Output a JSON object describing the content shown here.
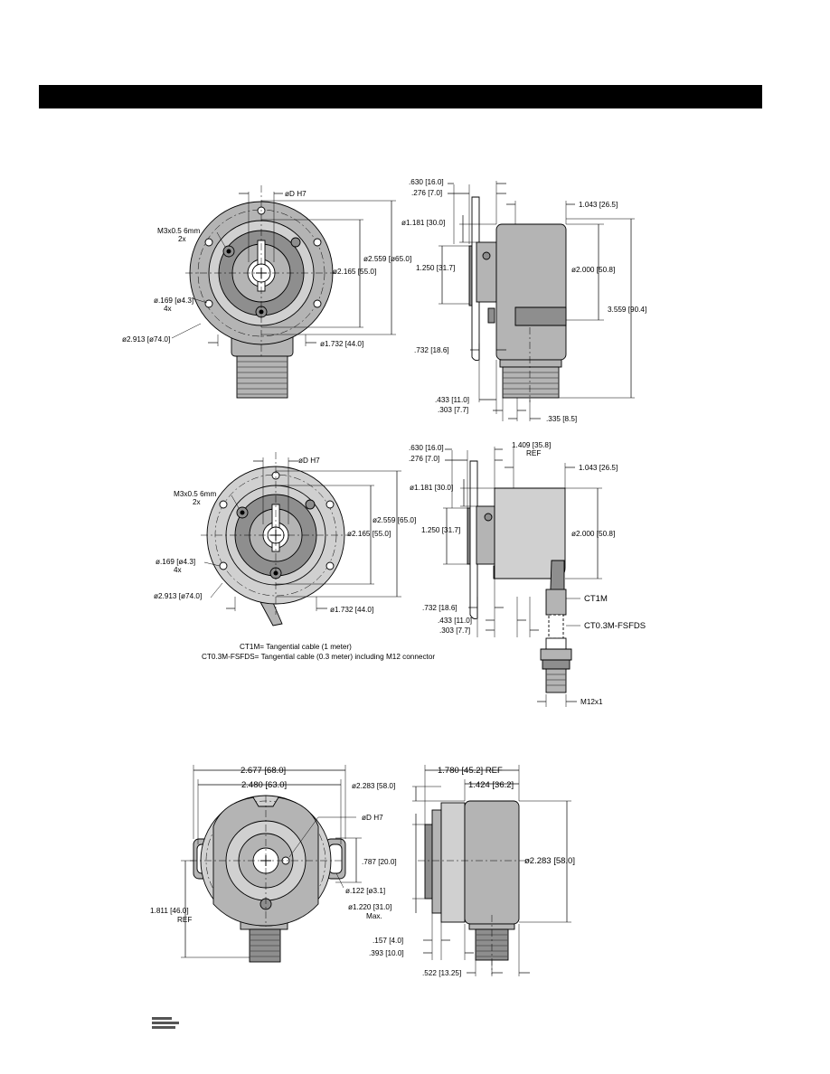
{
  "drawing1": {
    "front": {
      "d_h7": "øD  H7",
      "screw": "M3x0.5  6mm",
      "screw_qty": "2x",
      "hole": "ø.169  [ø4.3]",
      "hole_qty": "4x",
      "bolt_circle": "ø2.913  [ø74.0]",
      "dia_a": "ø2.559  [ø65.0]",
      "dia_b": "ø2.165  [55.0]",
      "dia_c": "ø1.732  [44.0]"
    },
    "side": {
      "d1": ".630  [16.0]",
      "d2": ".276  [7.0]",
      "d3": "1.043  [26.5]",
      "d4": "ø1.181  [30.0]",
      "d5": "1.250  [31.7]",
      "d6": "ø2.000  [50.8]",
      "d7": "3.559  [90.4]",
      "d8": ".732  [18.6]",
      "d9": ".433  [11.0]",
      "d10": ".303  [7.7]",
      "d11": ".335  [8.5]"
    }
  },
  "drawing2": {
    "front": {
      "d_h7": "øD  H7",
      "screw": "M3x0.5  6mm",
      "screw_qty": "2x",
      "hole": "ø.169  [ø4.3]",
      "hole_qty": "4x",
      "bolt_circle": "ø2.913  [ø74.0]",
      "dia_a": "ø2.559  [65.0]",
      "dia_b": "ø2.165  [55.0]",
      "dia_c": "ø1.732  [44.0]"
    },
    "side": {
      "d1": ".630  [16.0]",
      "d2": ".276  [7.0]",
      "d_ref": "1.409  [35.8]",
      "ref": "REF",
      "d3": "1.043  [26.5]",
      "d4": "ø1.181  [30.0]",
      "d5": "1.250  [31.7]",
      "d6": "ø2.000  [50.8]",
      "d8": ".732  [18.6]",
      "d9": ".433  [11.0]",
      "d10": ".303  [7.7]",
      "ct1m": "CT1M",
      "ct03": "CT0.3M-FSFDS",
      "m12": "M12x1"
    },
    "notes": [
      "CT1M=  Tangential  cable  (1  meter)",
      "CT0.3M-FSFDS=  Tangential  cable  (0.3  meter)  including  M12  connector"
    ]
  },
  "drawing3": {
    "front": {
      "w1": "2.677  [68.0]",
      "w2": "2.480  [63.0]",
      "d_h7": "øD  H7",
      "h1": ".787  [20.0]",
      "h2": "1.811  [46.0]",
      "ref": "REF",
      "hole": "ø.122  [ø3.1]"
    },
    "side": {
      "d1": "ø2.283  [58.0]",
      "d2": "1.780  [45.2]  REF",
      "d3": "1.424  [36.2]",
      "d4": "ø2.283  [58.0]",
      "d5": "ø1.220  [31.0]",
      "max": "Max.",
      "d6": ".157  [4.0]",
      "d7": ".393  [10.0]",
      "d8": ".522  [13.25]"
    }
  }
}
